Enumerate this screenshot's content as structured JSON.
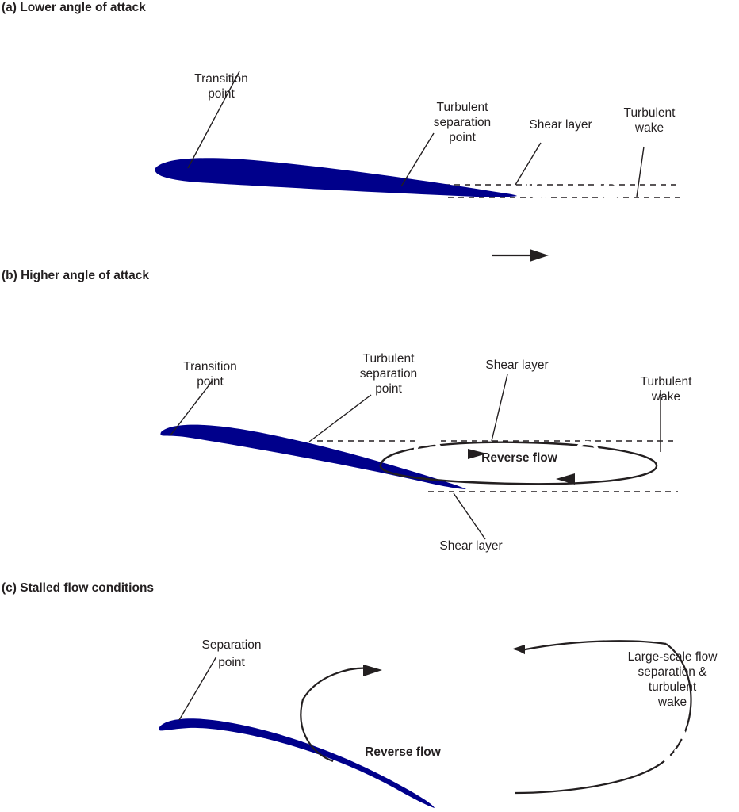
{
  "figure": {
    "background_color": "#ffffff",
    "airfoil_color": "#00008b",
    "ink_color": "#231f20",
    "vortex_color": "#ffffff"
  },
  "panels": [
    {
      "id": "panel-a",
      "title": "(a) Lower angle of attack",
      "labels": [
        {
          "name": "transition-point",
          "lines": [
            "Transition",
            "point"
          ]
        },
        {
          "name": "turbulent-separation-point",
          "lines": [
            "Turbulent",
            "separation",
            "point"
          ]
        },
        {
          "name": "shear-layer",
          "lines": [
            "Shear layer"
          ]
        },
        {
          "name": "turbulent-wake",
          "lines": [
            "Turbulent",
            "wake"
          ]
        }
      ]
    },
    {
      "id": "panel-b",
      "title": "(b) Higher angle of attack",
      "labels": [
        {
          "name": "transition-point",
          "lines": [
            "Transition",
            "point"
          ]
        },
        {
          "name": "turbulent-separation-point",
          "lines": [
            "Turbulent",
            "separation",
            "point"
          ]
        },
        {
          "name": "shear-layer-upper",
          "lines": [
            "Shear layer"
          ]
        },
        {
          "name": "turbulent-wake",
          "lines": [
            "Turbulent",
            "wake"
          ]
        },
        {
          "name": "reverse-flow",
          "lines": [
            "Reverse flow"
          ]
        },
        {
          "name": "shear-layer-lower",
          "lines": [
            "Shear layer"
          ]
        }
      ]
    },
    {
      "id": "panel-c",
      "title": "(c) Stalled flow conditions",
      "labels": [
        {
          "name": "separation-point",
          "lines": [
            "Separation",
            "point"
          ]
        },
        {
          "name": "reverse-flow",
          "lines": [
            "Reverse flow"
          ]
        },
        {
          "name": "large-scale-wake",
          "lines": [
            "Large-scale flow",
            "separation &",
            "turbulent",
            "wake"
          ]
        }
      ]
    }
  ],
  "text": {
    "panel_a_title": "(a) Lower angle of attack",
    "panel_b_title": "(b) Higher angle of attack",
    "panel_c_title": "(c) Stalled flow conditions",
    "transition": "Transition",
    "point": "point",
    "turbulent": "Turbulent",
    "separation": "separation",
    "separation_cap": "Separation",
    "shear_layer": "Shear layer",
    "wake": "wake",
    "reverse_flow": "Reverse flow",
    "large_scale_flow": "Large-scale flow",
    "separation_amp": "separation &",
    "turbulent_lc": "turbulent"
  },
  "flow_direction_arrow": {
    "name": "freestream-flow-arrow",
    "direction": "right"
  }
}
